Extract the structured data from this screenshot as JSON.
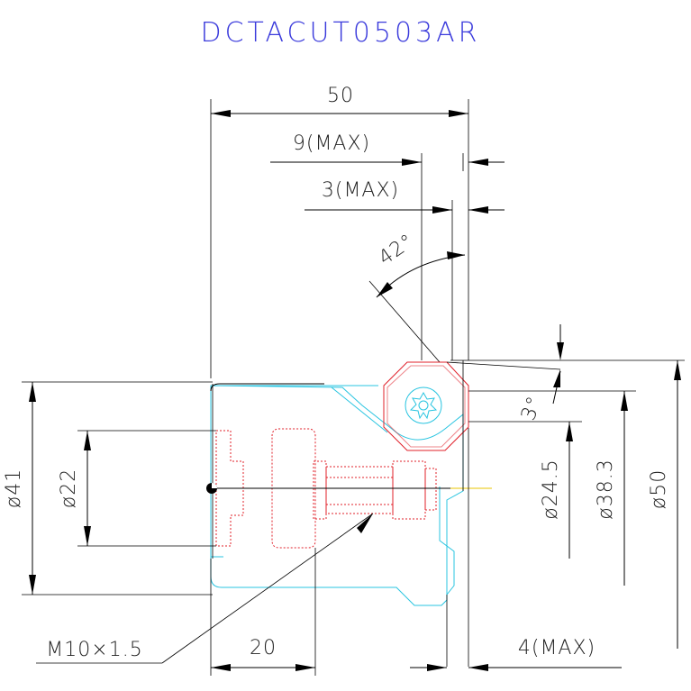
{
  "title": "DCTACUT0503AR",
  "colors": {
    "title": "#3b3bdc",
    "line": "#000000",
    "holder_outline": "#28c4e0",
    "screw_insert": "#e0202a",
    "center_line": "#e8c400"
  },
  "dimensions": {
    "overall_length": "50",
    "max_9": "9(MAX)",
    "max_3": "3(MAX)",
    "angle": "42°",
    "small_angle": "3°",
    "dia_41": "ø41",
    "dia_22": "ø22",
    "dia_24_5": "ø24.5",
    "dia_38_3": "ø38.3",
    "dia_50": "ø50",
    "thread": "M10×1.5",
    "length_20": "20",
    "max_4": "4(MAX)"
  }
}
